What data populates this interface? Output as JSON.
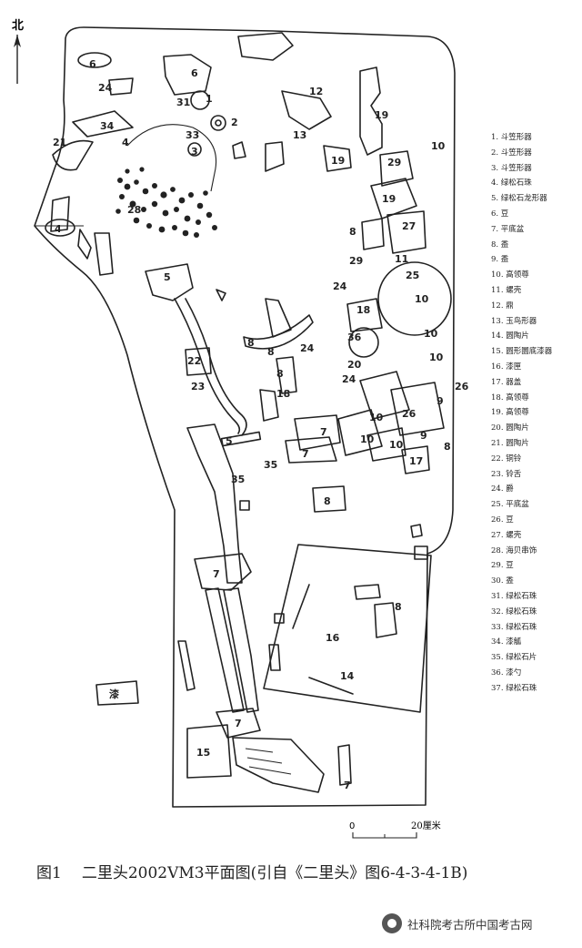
{
  "north_label": "北",
  "legend": [
    "1. 斗笠形器",
    "2. 斗笠形器",
    "3. 斗笠形器",
    "4. 绿松石珠",
    "5. 绿松石龙形器",
    "6. 豆",
    "7. 平底盆",
    "8. 盉",
    "9. 盉",
    "10. 高领尊",
    "11. 螺壳",
    "12. 鼎",
    "13. 玉鸟形器",
    "14. 圆陶片",
    "15. 圆形圜底漆器",
    "16. 漆匣",
    "17. 器盖",
    "18. 高领尊",
    "19. 高领尊",
    "20. 圆陶片",
    "21. 圆陶片",
    "22. 铜铃",
    "23. 铃舌",
    "24. 爵",
    "25. 平底盆",
    "26. 豆",
    "27. 螺壳",
    "28. 海贝串饰",
    "29. 豆",
    "30. 盉",
    "31. 绿松石珠",
    "32. 绿松石珠",
    "33. 绿松石珠",
    "34. 漆觚",
    "35. 绿松石片",
    "36. 漆勺",
    "37. 绿松石珠"
  ],
  "scale": {
    "zero": "0",
    "end": "20厘米"
  },
  "caption": {
    "figure_no": "图1",
    "text": "二里头2002VM3平面图(引自《二里头》图6-4-3-4-1B)"
  },
  "watermark": "社科院考古所中国考古网",
  "plan_labels": {
    "n1": "1",
    "n2": "2",
    "n3": "3",
    "n4": "4",
    "n5": "5",
    "n6": "6",
    "n7": "7",
    "n8": "8",
    "n9": "9",
    "n10": "10",
    "n11": "11",
    "n12": "12",
    "n13": "13",
    "n14": "14",
    "n15": "15",
    "n16": "16",
    "n17": "17",
    "n18": "18",
    "n19": "19",
    "n20": "20",
    "n21": "21",
    "n22": "22",
    "n23": "23",
    "n24": "24",
    "n25": "25",
    "n26": "26",
    "n27": "27",
    "n28": "28",
    "n29": "29",
    "n31": "31",
    "n33": "33",
    "n34": "34",
    "n35": "35",
    "n36": "36",
    "lacquer": "漆"
  }
}
